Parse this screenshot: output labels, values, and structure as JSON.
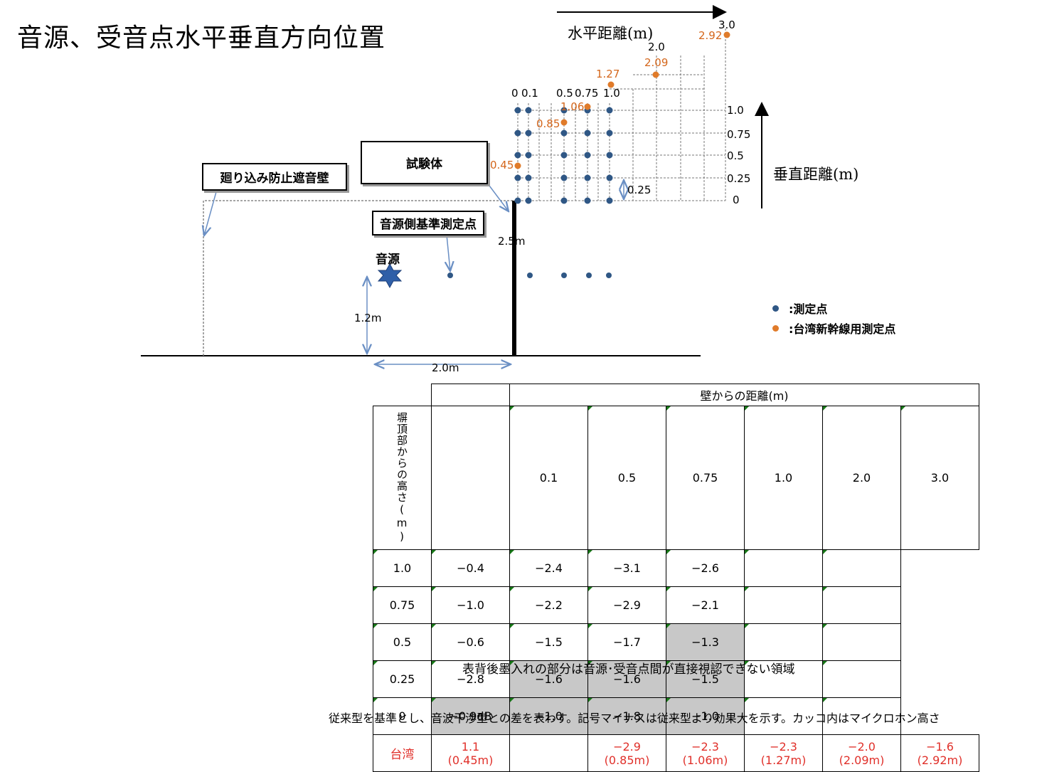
{
  "title": "音源、受音点水平垂直方向位置",
  "diagram": {
    "horizontal_axis_title": "水平距離(m)",
    "vertical_axis_title": "垂直距離(m)",
    "horizontal_ticks": [
      "0",
      "0.1",
      "0.5",
      "0.75",
      "1.0",
      "2.0",
      "3.0"
    ],
    "vertical_ticks": [
      "1.0",
      "0.75",
      "0.5",
      "0.25",
      "0"
    ],
    "taiwan_point_labels": [
      "0.45",
      "0.85",
      "1.06",
      "1.27",
      "2.09",
      "2.92"
    ],
    "spacing_label": "0.25",
    "boxes": {
      "barrier": "廻り込み防止遮音壁",
      "specimen": "試験体",
      "reference_point": "音源側基準測定点"
    },
    "source_label": "音源",
    "wall_height": "2.5m",
    "source_height": "1.2m",
    "source_distance": "2.0m",
    "legend": [
      {
        "label": ":測定点",
        "color": "#2f5785"
      },
      {
        "label": ":台湾新幹線用測定点",
        "color": "#e07b2a"
      }
    ],
    "colors": {
      "blue_point": "#2f5785",
      "orange_point": "#e07b2a"
    }
  },
  "table": {
    "column_group_header": "壁からの距離(m)",
    "row_group_header": "塀頂部からの高さ(m)",
    "columns": [
      "0.1",
      "0.5",
      "0.75",
      "1.0",
      "2.0",
      "3.0"
    ],
    "rows": [
      {
        "height": "1.0",
        "cells": [
          "−0.4",
          "−2.4",
          "−3.1",
          "−2.6",
          "",
          ""
        ],
        "gray": [
          false,
          false,
          false,
          false,
          false,
          false
        ]
      },
      {
        "height": "0.75",
        "cells": [
          "−1.0",
          "−2.2",
          "−2.9",
          "−2.1",
          "",
          ""
        ],
        "gray": [
          false,
          false,
          false,
          false,
          false,
          false
        ]
      },
      {
        "height": "0.5",
        "cells": [
          "−0.6",
          "−1.5",
          "−1.7",
          "−1.3",
          "",
          ""
        ],
        "gray": [
          false,
          false,
          false,
          true,
          false,
          false
        ]
      },
      {
        "height": "0.25",
        "cells": [
          "−2.8",
          "−1.6",
          "−1.6",
          "−1.5",
          "",
          ""
        ],
        "gray": [
          false,
          true,
          true,
          true,
          false,
          false
        ]
      },
      {
        "height": "0",
        "cells": [
          "−0.9dB",
          "−1.0",
          "−1.8",
          "−1.0",
          "",
          ""
        ],
        "gray": [
          true,
          true,
          true,
          true,
          false,
          false
        ]
      }
    ],
    "taiwan_row": {
      "label": "台湾",
      "first": {
        "value": "1.1",
        "height": "(0.45m)"
      },
      "cells": [
        {
          "value": "",
          "height": ""
        },
        {
          "value": "−2.9",
          "height": "(0.85m)"
        },
        {
          "value": "−2.3",
          "height": "(1.06m)"
        },
        {
          "value": "−2.3",
          "height": "(1.27m)"
        },
        {
          "value": "−2.0",
          "height": "(2.09m)"
        },
        {
          "value": "−1.6",
          "height": "(2.92m)"
        }
      ]
    }
  },
  "caption": "表背後墨入れの部分は音源･受音点間が直接視認できない領域",
  "footnote": "従来型を基準とし、音波干渉型との差を表わす。記号マイナスは従来型より効果大を示す。カッコ内はマイクロホン高さ"
}
